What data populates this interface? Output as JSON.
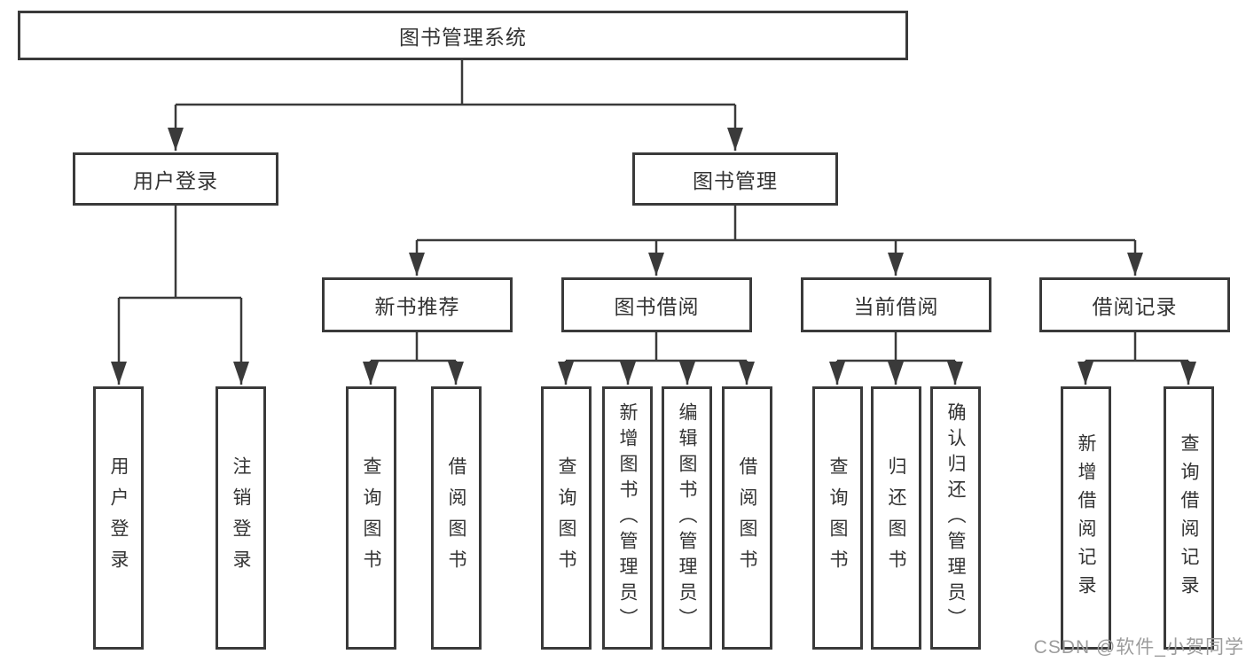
{
  "diagram": {
    "title": "图书管理系统",
    "colors": {
      "line": "#3a3a3a",
      "text": "#333333",
      "background": "#ffffff",
      "watermark": "#9c9c9c"
    },
    "root": {
      "label": "图书管理系统"
    },
    "branches": [
      {
        "label": "用户登录",
        "children": [
          {
            "label": "用户登录"
          },
          {
            "label": "注销登录"
          }
        ]
      },
      {
        "label": "图书管理",
        "children": [
          {
            "label": "新书推荐",
            "children": [
              {
                "label": "查询图书"
              },
              {
                "label": "借阅图书"
              }
            ]
          },
          {
            "label": "图书借阅",
            "children": [
              {
                "label": "查询图书"
              },
              {
                "label": "新增图书（管理员）"
              },
              {
                "label": "编辑图书（管理员）"
              },
              {
                "label": "借阅图书"
              }
            ]
          },
          {
            "label": "当前借阅",
            "children": [
              {
                "label": "查询图书"
              },
              {
                "label": "归还图书"
              },
              {
                "label": "确认归还（管理员）"
              }
            ]
          },
          {
            "label": "借阅记录",
            "children": [
              {
                "label": "新增借阅记录"
              },
              {
                "label": "查询借阅记录"
              }
            ]
          }
        ]
      }
    ],
    "watermark": "CSDN @软件_小贺同学"
  }
}
